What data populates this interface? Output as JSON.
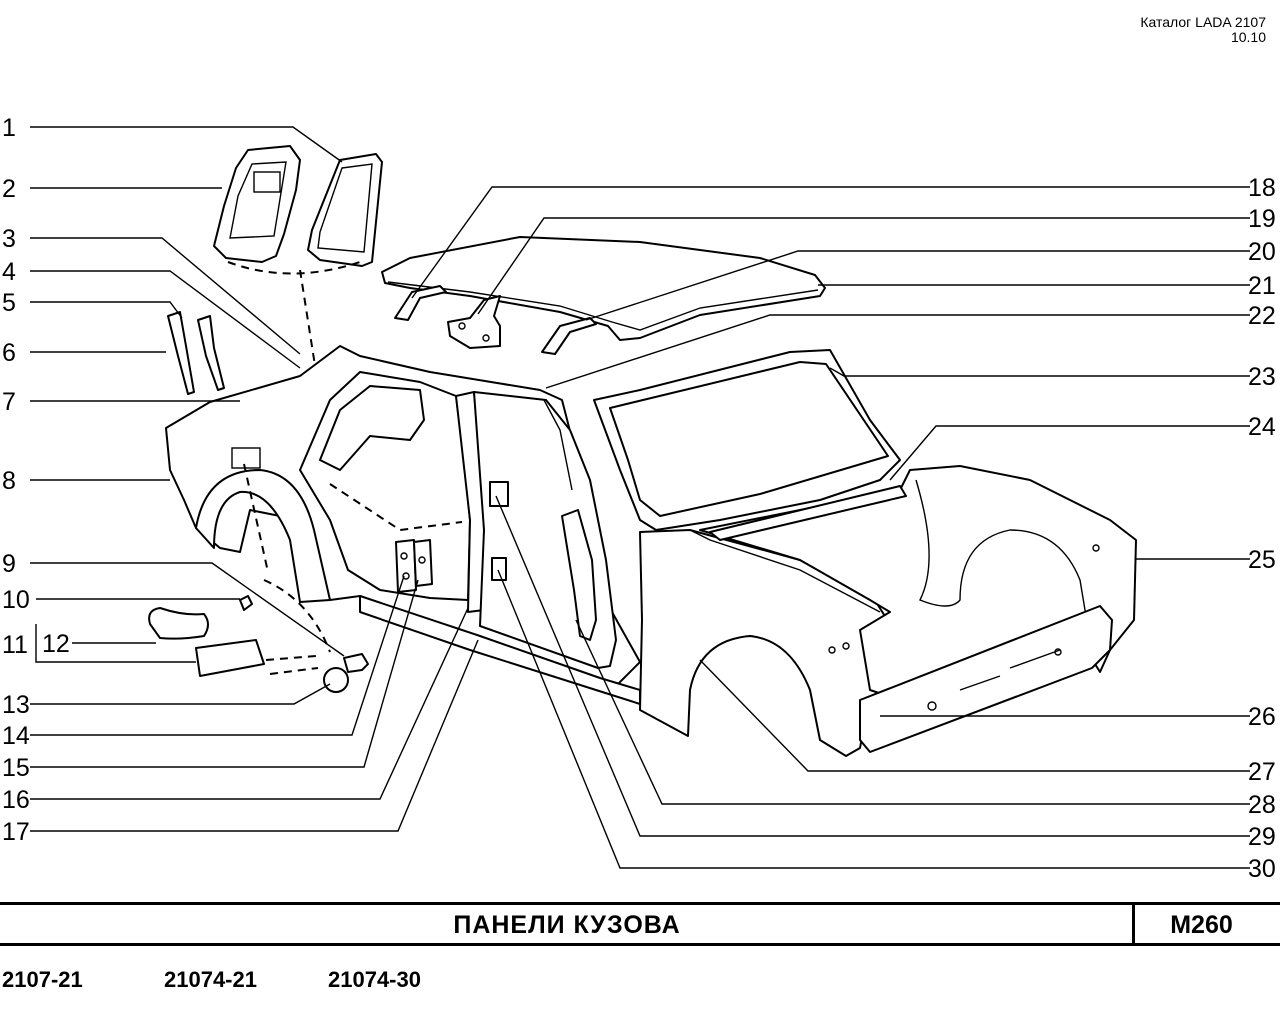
{
  "header": {
    "catalog": "Каталог LADA 2107",
    "date": "10.10"
  },
  "callouts": {
    "left": [
      "1",
      "2",
      "3",
      "4",
      "5",
      "6",
      "7",
      "8",
      "9",
      "10",
      "11",
      "12",
      "13",
      "14",
      "15",
      "16",
      "17"
    ],
    "right": [
      "18",
      "19",
      "20",
      "21",
      "22",
      "23",
      "24",
      "25",
      "26",
      "27",
      "28",
      "29",
      "30"
    ]
  },
  "title_bar": {
    "title": "ПАНЕЛИ   КУЗОВА",
    "code": "М260"
  },
  "models": [
    "2107-21",
    "21074-21",
    "21074-30"
  ]
}
